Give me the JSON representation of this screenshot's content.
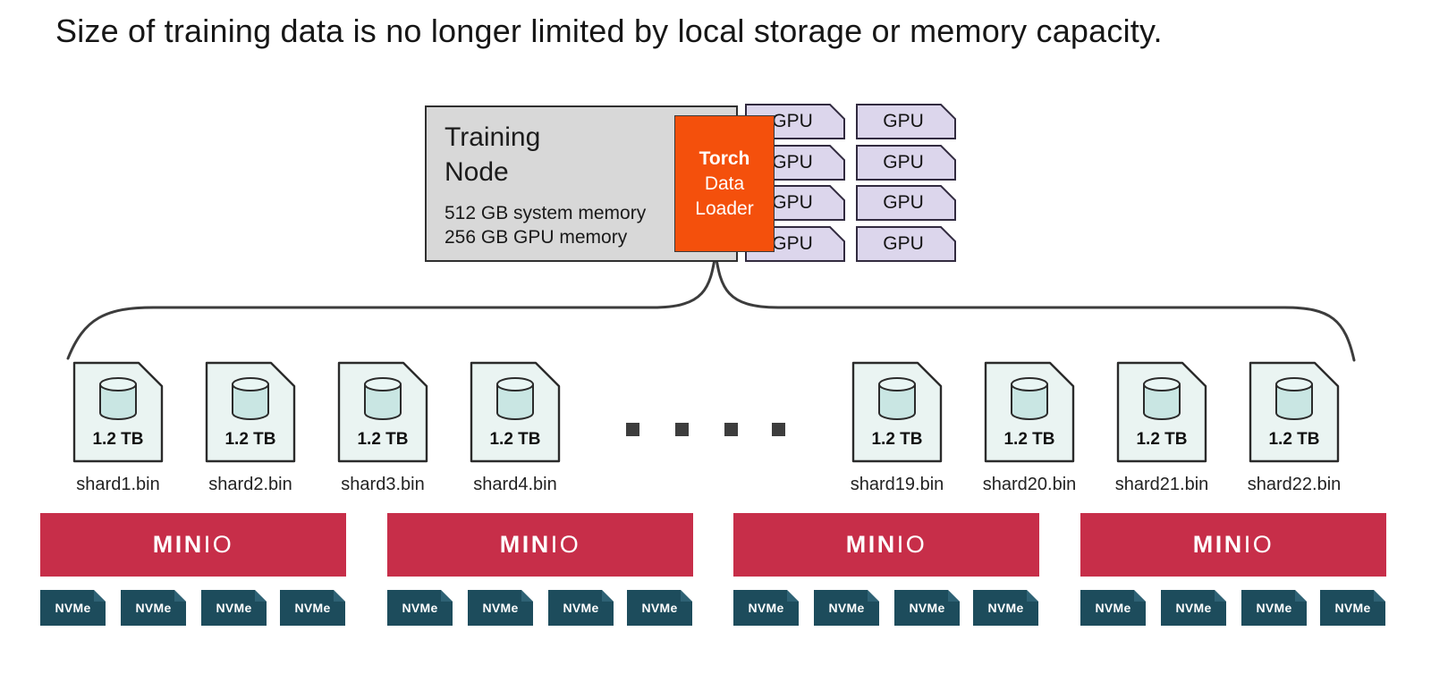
{
  "title": "Size of training data is no longer limited by local storage or memory capacity.",
  "training_node": {
    "title_line1": "Training",
    "title_line2": "Node",
    "memory_line1": "512 GB system memory",
    "memory_line2": "256 GB GPU memory"
  },
  "torch_loader": {
    "line1": "Torch",
    "line2": "Data",
    "line3": "Loader"
  },
  "gpu_label": "GPU",
  "gpu_count": 8,
  "shards": [
    {
      "size": "1.2 TB",
      "name": "shard1.bin"
    },
    {
      "size": "1.2 TB",
      "name": "shard2.bin"
    },
    {
      "size": "1.2 TB",
      "name": "shard3.bin"
    },
    {
      "size": "1.2 TB",
      "name": "shard4.bin"
    },
    {
      "size": "1.2 TB",
      "name": "shard19.bin"
    },
    {
      "size": "1.2 TB",
      "name": "shard20.bin"
    },
    {
      "size": "1.2 TB",
      "name": "shard21.bin"
    },
    {
      "size": "1.2 TB",
      "name": "shard22.bin"
    }
  ],
  "ellipsis_square_count": 4,
  "minio": {
    "label_bold": "MIN",
    "label_light": "IO",
    "server_count": 4
  },
  "nvme": {
    "label": "NVMe",
    "drives_per_server": 4
  },
  "colors": {
    "torch_orange": "#f4500c",
    "minio_red": "#c72e49",
    "nvme_teal": "#1d4c5c",
    "gpu_lavender": "#dcd6ec",
    "node_gray": "#d8d8d8",
    "shard_mint": "#eaf4f2",
    "line_dark": "#3c3c3c"
  }
}
